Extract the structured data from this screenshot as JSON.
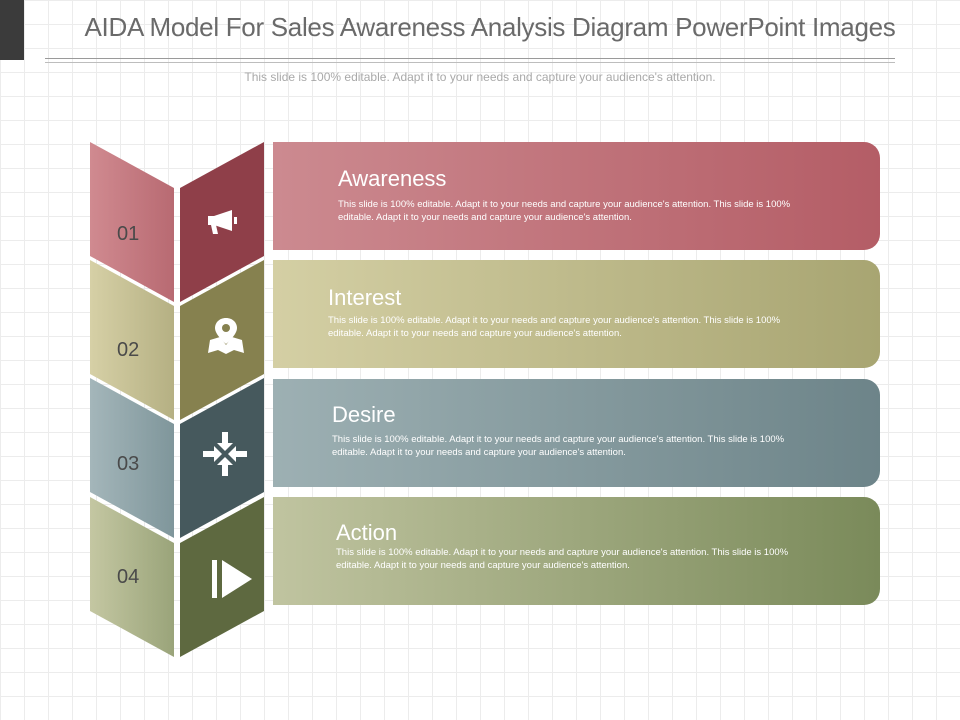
{
  "header": {
    "title": "AIDA Model For Sales Awareness Analysis Diagram PowerPoint Images",
    "subtitle": "This slide is 100% editable. Adapt it to your needs and capture your audience's attention."
  },
  "stages": [
    {
      "number": "01",
      "title": "Awareness",
      "text": "This slide is 100% editable. Adapt it to your needs and capture your audience's attention. This slide is 100% editable. Adapt it to your needs and capture your audience's attention.",
      "icon": "megaphone-icon"
    },
    {
      "number": "02",
      "title": "Interest",
      "text": "This slide is 100% editable. Adapt it to your needs and capture your audience's attention. This slide is 100% editable. Adapt it to your needs and capture your audience's attention.",
      "icon": "map-pin-icon"
    },
    {
      "number": "03",
      "title": "Desire",
      "text": "This slide is 100% editable. Adapt it to your needs and capture your audience's attention. This slide is 100% editable. Adapt it to your needs and capture your audience's attention.",
      "icon": "arrows-inward-icon"
    },
    {
      "number": "04",
      "title": "Action",
      "text": "This slide is 100% editable. Adapt it to your needs and capture your audience's attention. This slide is 100% editable. Adapt it to your needs and capture your audience's attention.",
      "icon": "play-icon"
    }
  ],
  "colors": {
    "awareness": "#b45d66",
    "interest": "#a8a572",
    "desire": "#6d8489",
    "action": "#7a8a5a"
  }
}
